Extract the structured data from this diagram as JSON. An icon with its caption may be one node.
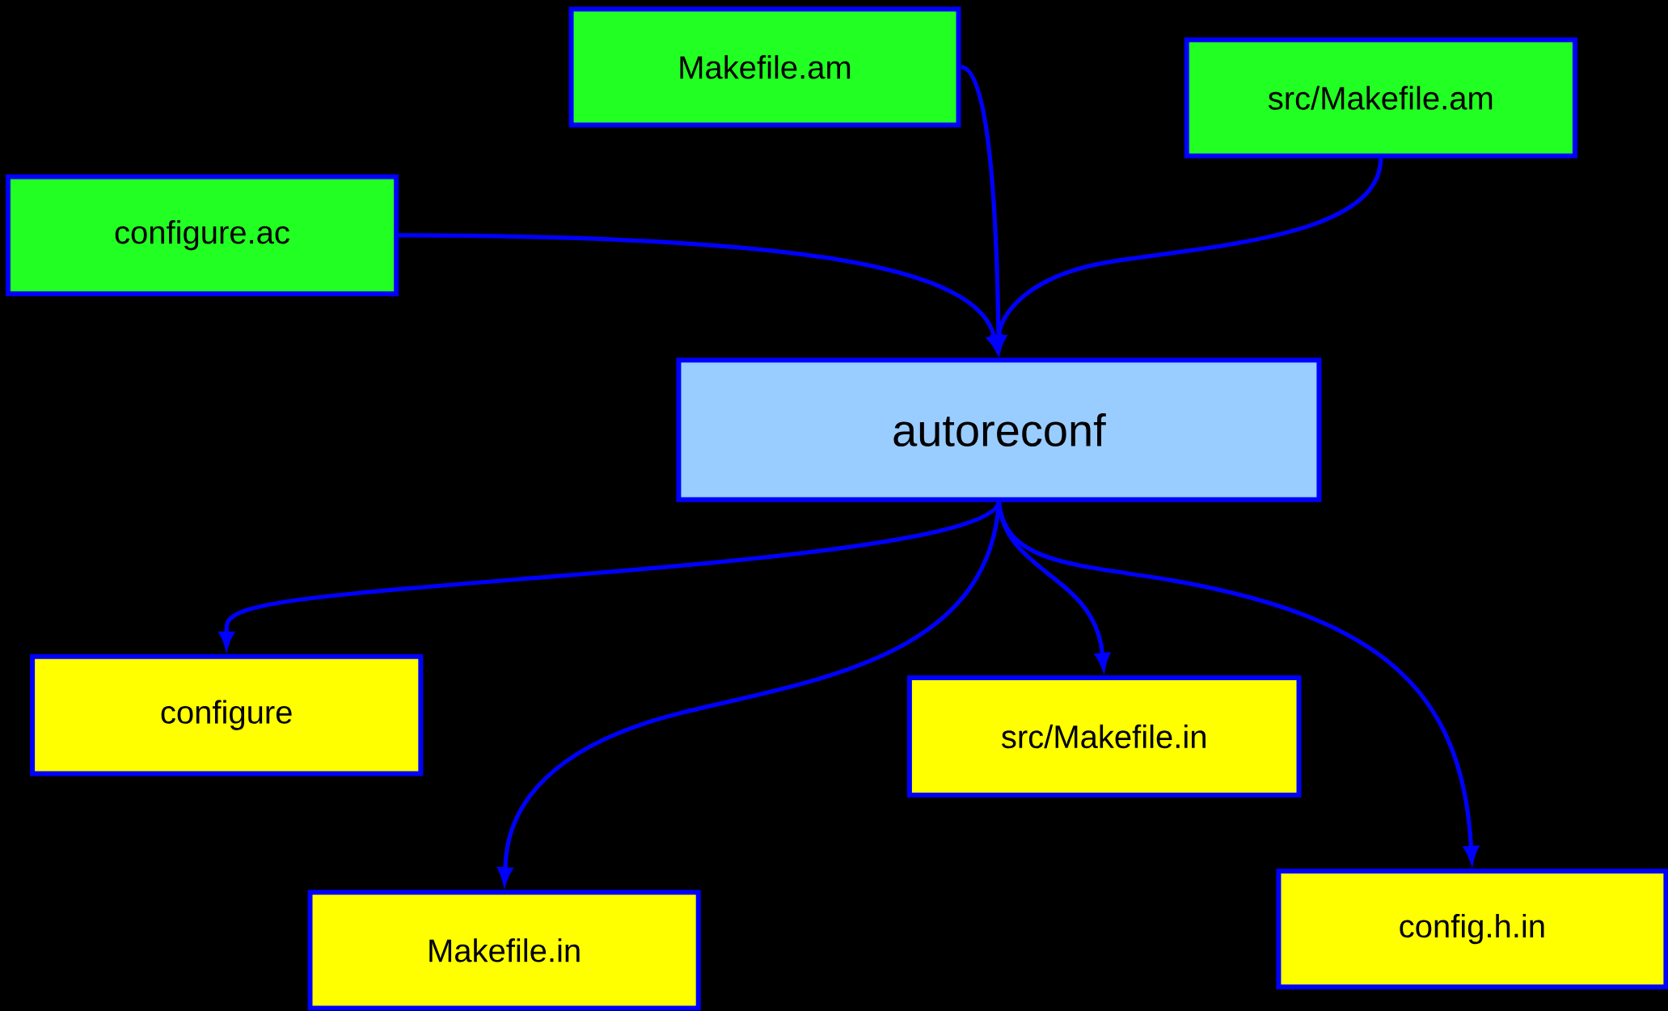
{
  "diagram": {
    "nodes": [
      {
        "text": [
          "Makefile.am"
        ]
      },
      {
        "text": [
          "src/Makefile.am"
        ]
      },
      {
        "text": [
          "configure.ac"
        ]
      },
      {
        "text": [
          "autoreconf"
        ]
      },
      {
        "text": [
          "configure"
        ]
      },
      {
        "text": [
          "src/Makefile.in"
        ]
      },
      {
        "text": [
          "Makefile.in"
        ]
      },
      {
        "text": [
          "config.h.in"
        ]
      }
    ],
    "edges": [
      {
        "from": 0,
        "to": 3,
        "arrow": "to"
      },
      {
        "from": 1,
        "to": 3,
        "arrow": "to"
      },
      {
        "from": 2,
        "to": 3,
        "arrow": "to"
      },
      {
        "from": 3,
        "to": 4,
        "arrow": "to"
      },
      {
        "from": 3,
        "to": 5,
        "arrow": "to"
      },
      {
        "from": 3,
        "to": 6,
        "arrow": "to"
      },
      {
        "from": 3,
        "to": 7,
        "arrow": "to"
      }
    ]
  }
}
